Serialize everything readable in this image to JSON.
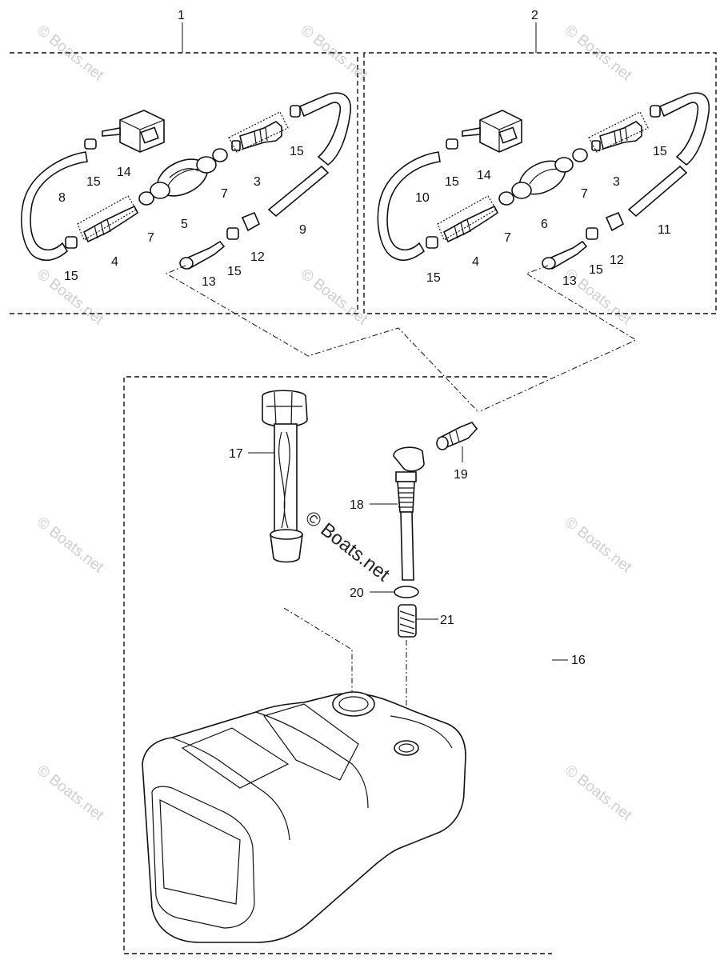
{
  "watermark": "© Boats.net",
  "callouts": {
    "c1": "1",
    "c2": "2",
    "l3": "3",
    "l4": "4",
    "l5": "5",
    "l7a": "7",
    "l7b": "7",
    "l8": "8",
    "l9": "9",
    "l12": "12",
    "l13": "13",
    "l14": "14",
    "l15a": "15",
    "l15b": "15",
    "l15c": "15",
    "l15d": "15",
    "r3": "3",
    "r4": "4",
    "r6": "6",
    "r7a": "7",
    "r7b": "7",
    "r10": "10",
    "r11": "11",
    "r12": "12",
    "r13": "13",
    "r14": "14",
    "r15a": "15",
    "r15b": "15",
    "r15c": "15",
    "r15d": "15",
    "b16": "16",
    "b17": "17",
    "b18": "18",
    "b19": "19",
    "b20": "20",
    "b21": "21"
  }
}
